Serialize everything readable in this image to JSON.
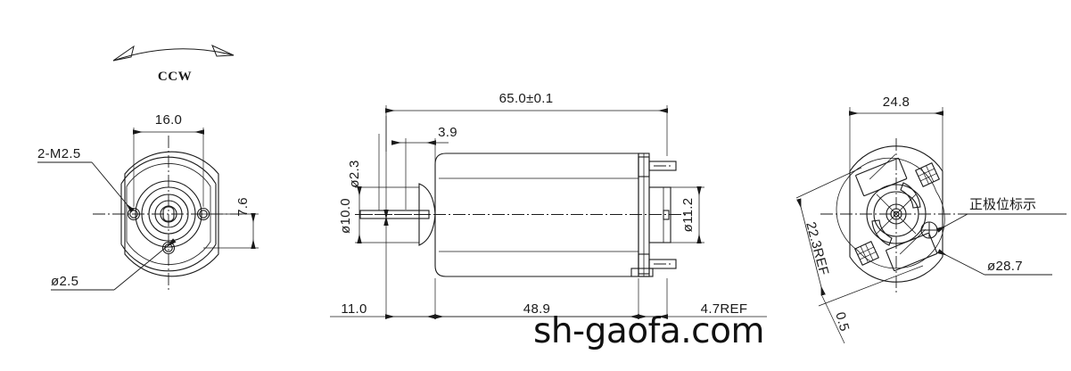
{
  "drawing": {
    "type": "mechanical-engineering-drawing",
    "subject": "DC motor outline dimension drawing",
    "watermark": "sh-gaofa.com",
    "units": "mm",
    "line_color": "#1a1a1a",
    "background_color": "#ffffff"
  },
  "rotation": {
    "label": "CCW",
    "meaning": "counter-clockwise rotation arrow"
  },
  "front_view": {
    "name": "front-end-view",
    "dimensions": {
      "mounting_hole_span": "16.0",
      "hole_offset": "7.6",
      "threaded_holes": "2-M2.5",
      "pilot_hole": "ø2.5"
    }
  },
  "side_view": {
    "name": "side-section-view",
    "dimensions": {
      "overall_length": "65.0±0.1",
      "shaft_step": "3.9",
      "shaft_diameter": "ø2.3",
      "flange_diameter": "ø10.0",
      "rear_boss_diameter": "ø11.2",
      "shaft_length": "11.0",
      "body_length": "48.9",
      "rear_ref": "4.7REF"
    }
  },
  "rear_view": {
    "name": "rear-end-view",
    "dimensions": {
      "flat_width": "24.8",
      "diagonal_ref": "22.3REF",
      "plate_thickness": "0.5",
      "body_diameter": "ø28.7"
    },
    "annotations": {
      "positive_terminal": "正极位标示"
    }
  }
}
